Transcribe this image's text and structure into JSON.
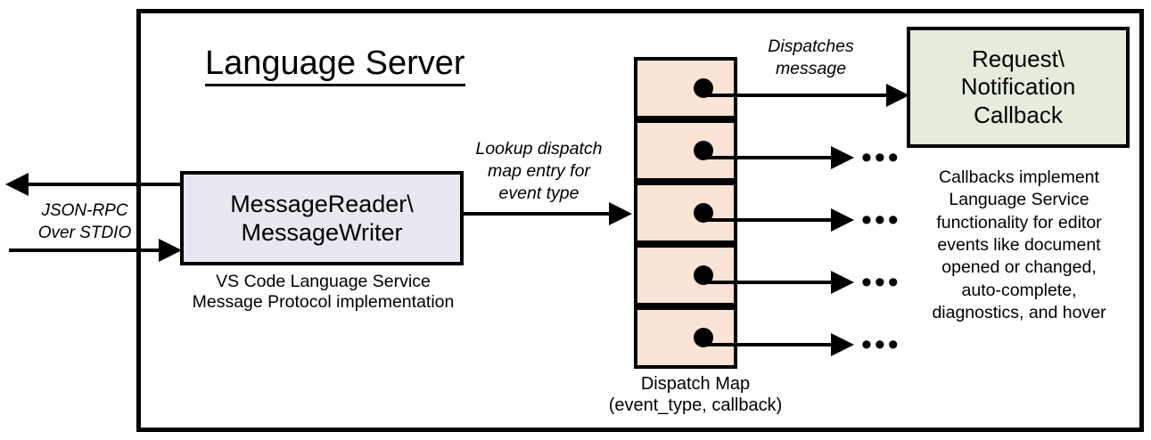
{
  "diagram": {
    "title": "Language Server",
    "frame_label": "language-server-boundary"
  },
  "external_channel": {
    "label": "JSON-RPC\nOver STDIO"
  },
  "message_component": {
    "title": "MessageReader\\\nMessageWriter",
    "caption": "VS Code Language Service\nMessage Protocol implementation",
    "fill": "#eae7f0"
  },
  "edges": {
    "lookup": "Lookup dispatch\nmap entry for\nevent type",
    "dispatches": "Dispatches\nmessage",
    "ellipsis": "•••"
  },
  "dispatch_map": {
    "caption": "Dispatch Map\n(event_type, callback)",
    "fill": "#fae4d6",
    "rows": [
      {
        "index": 1,
        "dot": "entry-dot"
      },
      {
        "index": 2,
        "dot": "entry-dot"
      },
      {
        "index": 3,
        "dot": "entry-dot"
      },
      {
        "index": 4,
        "dot": "entry-dot"
      },
      {
        "index": 5,
        "dot": "entry-dot"
      }
    ]
  },
  "callback_component": {
    "title": "Request\\\nNotification\nCallback",
    "description": "Callbacks implement\nLanguage Service\nfunctionality for editor\nevents like document\nopened or changed,\nauto-complete,\ndiagnostics, and hover",
    "fill": "#e6ecdc"
  },
  "colors": {
    "stroke": "#000000",
    "background": "#ffffff"
  }
}
